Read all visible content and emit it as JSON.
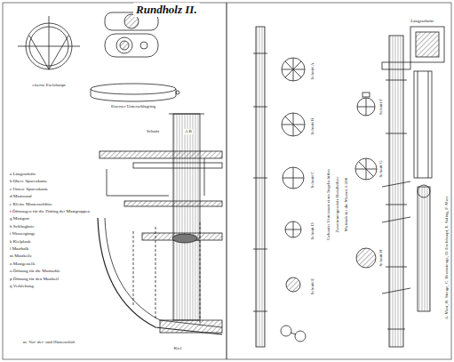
{
  "diagram": {
    "title": "Rundholz II.",
    "labels": [
      "eiserne Eselshaupt",
      "Eiserner Unterschlagring",
      "Schnitt",
      "A B",
      "a Längsschiffs",
      "b Obere Spurenkante",
      "c Untere Spurenkante",
      "d Mastwand",
      "e Kleine Mastenschlitze",
      "f Öffnungen für die Pütting der Mastgruppen",
      "g Mastgurt",
      "h Schlingknie",
      "i Wassergänge",
      "k Kielplank",
      "l Mastbalk",
      "m Mastkeile",
      "n Mastgestelle",
      "o Öffnung für die Mastsohle",
      "p Öffnung für den Mastkeil",
      "q Verklebung",
      "m. Vor- der- und Hinterschiff",
      "Kiel",
      "Schnitt A",
      "Schnitt B",
      "Schnitt C",
      "Schnitt D",
      "Schnitt E",
      "Schnitt F",
      "Schnitt G",
      "Schnitt H",
      "Gebauter Untermast eines Segelschiffes",
      "Zusammengesetzte Rundhölzer",
      "Maßstab für die Masten 1:100",
      "A. Mast, B. Stenge, C. Bramstenge, D. Eselshaupt, E. Saling, F. Mars",
      "Längsschnitt"
    ]
  }
}
